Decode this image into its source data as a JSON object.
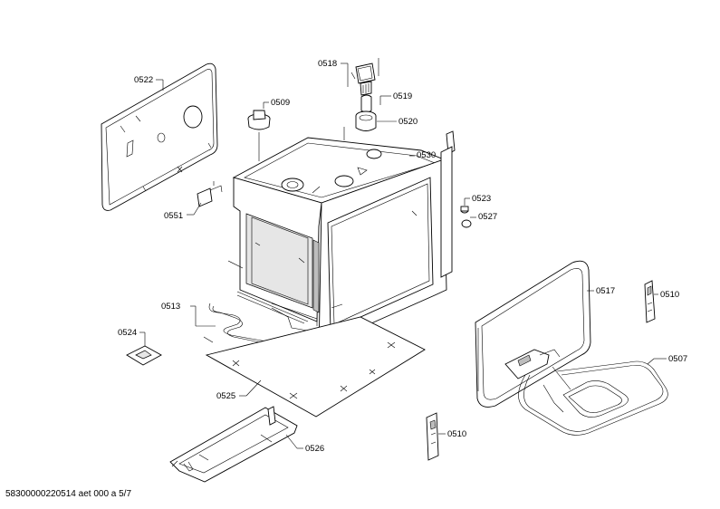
{
  "labels": {
    "p0522": "0522",
    "p0518": "0518",
    "p0509": "0509",
    "p0519": "0519",
    "p0520": "0520",
    "p0530": "0530",
    "p0523": "0523",
    "p0527": "0527",
    "p0551": "0551",
    "p0513": "0513",
    "p0517": "0517",
    "p0510a": "0510",
    "p0524": "0524",
    "p0507": "0507",
    "p0525": "0525",
    "p0510b": "0510",
    "p0526": "0526"
  },
  "footer": "58300000220514 aet 000 a 5/7"
}
